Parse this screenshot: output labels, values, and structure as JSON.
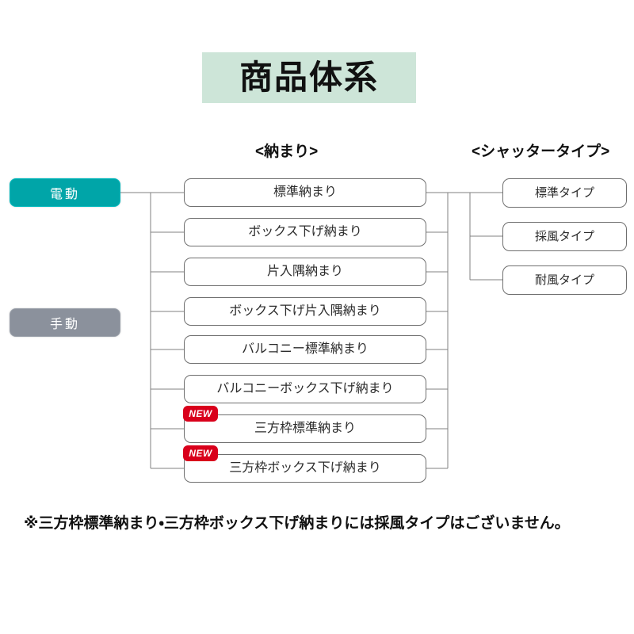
{
  "title": {
    "text": "商品体系",
    "band_color": "#cde5d8"
  },
  "column_headers": {
    "nokamari": "<納まり>",
    "shutter_type": "<シャッタータイプ>"
  },
  "mode_buttons": [
    {
      "label": "電動",
      "color": "#00a5a8"
    },
    {
      "label": "手動",
      "color": "#8b919c"
    }
  ],
  "nokamari_nodes": [
    {
      "label": "標準納まり",
      "badge": ""
    },
    {
      "label": "ボックス下げ納まり",
      "badge": ""
    },
    {
      "label": "片入隅納まり",
      "badge": ""
    },
    {
      "label": "ボックス下げ片入隅納まり",
      "badge": ""
    },
    {
      "label": "バルコニー標準納まり",
      "badge": ""
    },
    {
      "label": "バルコニーボックス下げ納まり",
      "badge": ""
    },
    {
      "label": "三方枠標準納まり",
      "badge": "NEW"
    },
    {
      "label": "三方枠ボックス下げ納まり",
      "badge": "NEW"
    }
  ],
  "shutter_nodes": [
    {
      "label": "標準タイプ"
    },
    {
      "label": "採風タイプ"
    },
    {
      "label": "耐風タイプ"
    }
  ],
  "badge": {
    "text": "NEW",
    "color": "#d9001b"
  },
  "footnote": "※三方枠標準納まり・三方枠ボックス下げ納まりには採風タイプはございません。",
  "colors": {
    "line": "#808080",
    "node_border": "#6f6f6f",
    "text": "#2b2b2b",
    "background": "#ffffff"
  }
}
